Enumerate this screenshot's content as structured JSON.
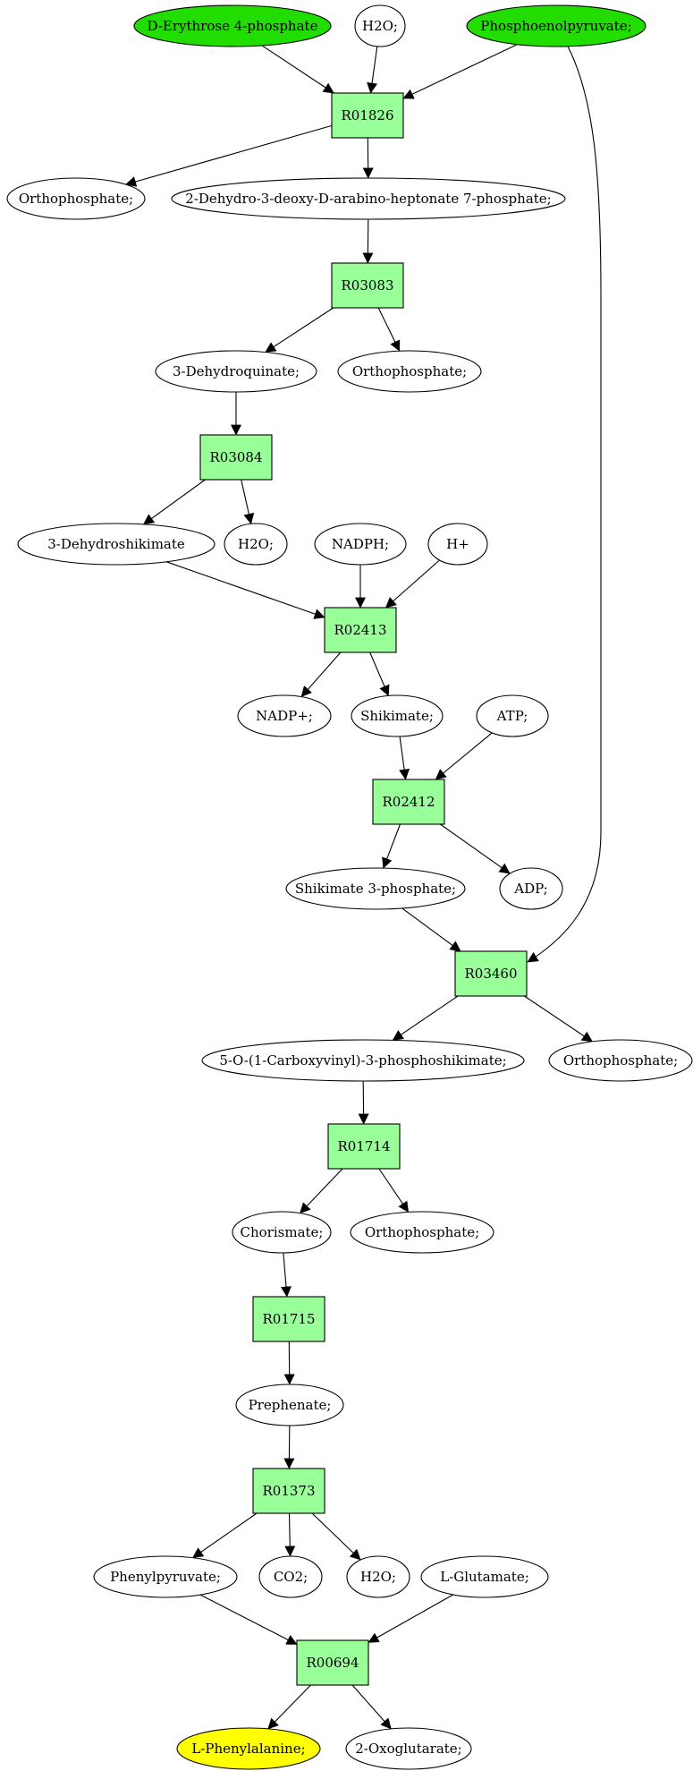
{
  "colors": {
    "start": "#22dd00",
    "end": "#ffff00",
    "reaction": "#99ff99",
    "metabolite": "#ffffff",
    "stroke": "#000000"
  },
  "nodes": [
    {
      "id": "erythrose4p",
      "kind": "start",
      "label": "D-Erythrose 4-phosphate"
    },
    {
      "id": "h2o_1",
      "kind": "metabolite",
      "label": "H2O;"
    },
    {
      "id": "pep",
      "kind": "start",
      "label": "Phosphoenolpyruvate;"
    },
    {
      "id": "R01826",
      "kind": "reaction",
      "label": "R01826"
    },
    {
      "id": "ortho_1",
      "kind": "metabolite",
      "label": "Orthophosphate;"
    },
    {
      "id": "dahp",
      "kind": "metabolite",
      "label": "2-Dehydro-3-deoxy-D-arabino-heptonate 7-phosphate;"
    },
    {
      "id": "R03083",
      "kind": "reaction",
      "label": "R03083"
    },
    {
      "id": "dhq",
      "kind": "metabolite",
      "label": "3-Dehydroquinate;"
    },
    {
      "id": "ortho_2",
      "kind": "metabolite",
      "label": "Orthophosphate;"
    },
    {
      "id": "R03084",
      "kind": "reaction",
      "label": "R03084"
    },
    {
      "id": "dhs",
      "kind": "metabolite",
      "label": "3-Dehydroshikimate"
    },
    {
      "id": "h2o_2",
      "kind": "metabolite",
      "label": "H2O;"
    },
    {
      "id": "nadph",
      "kind": "metabolite",
      "label": "NADPH;"
    },
    {
      "id": "hplus",
      "kind": "metabolite",
      "label": "H+"
    },
    {
      "id": "R02413",
      "kind": "reaction",
      "label": "R02413"
    },
    {
      "id": "nadp",
      "kind": "metabolite",
      "label": "NADP+;"
    },
    {
      "id": "shikimate",
      "kind": "metabolite",
      "label": "Shikimate;"
    },
    {
      "id": "atp",
      "kind": "metabolite",
      "label": "ATP;"
    },
    {
      "id": "R02412",
      "kind": "reaction",
      "label": "R02412"
    },
    {
      "id": "s3p",
      "kind": "metabolite",
      "label": "Shikimate 3-phosphate;"
    },
    {
      "id": "adp",
      "kind": "metabolite",
      "label": "ADP;"
    },
    {
      "id": "R03460",
      "kind": "reaction",
      "label": "R03460"
    },
    {
      "id": "epsp",
      "kind": "metabolite",
      "label": "5-O-(1-Carboxyvinyl)-3-phosphoshikimate;"
    },
    {
      "id": "ortho_3",
      "kind": "metabolite",
      "label": "Orthophosphate;"
    },
    {
      "id": "R01714",
      "kind": "reaction",
      "label": "R01714"
    },
    {
      "id": "chorismate",
      "kind": "metabolite",
      "label": "Chorismate;"
    },
    {
      "id": "ortho_4",
      "kind": "metabolite",
      "label": "Orthophosphate;"
    },
    {
      "id": "R01715",
      "kind": "reaction",
      "label": "R01715"
    },
    {
      "id": "prephenate",
      "kind": "metabolite",
      "label": "Prephenate;"
    },
    {
      "id": "R01373",
      "kind": "reaction",
      "label": "R01373"
    },
    {
      "id": "phenylpyruvate",
      "kind": "metabolite",
      "label": "Phenylpyruvate;"
    },
    {
      "id": "co2",
      "kind": "metabolite",
      "label": "CO2;"
    },
    {
      "id": "h2o_3",
      "kind": "metabolite",
      "label": "H2O;"
    },
    {
      "id": "glutamate",
      "kind": "metabolite",
      "label": "L-Glutamate;"
    },
    {
      "id": "R00694",
      "kind": "reaction",
      "label": "R00694"
    },
    {
      "id": "phe",
      "kind": "end",
      "label": "L-Phenylalanine;"
    },
    {
      "id": "oxoglutarate",
      "kind": "metabolite",
      "label": "2-Oxoglutarate;"
    }
  ],
  "edges": [
    {
      "from": "erythrose4p",
      "to": "R01826"
    },
    {
      "from": "h2o_1",
      "to": "R01826"
    },
    {
      "from": "pep",
      "to": "R01826"
    },
    {
      "from": "R01826",
      "to": "ortho_1"
    },
    {
      "from": "R01826",
      "to": "dahp"
    },
    {
      "from": "dahp",
      "to": "R03083"
    },
    {
      "from": "R03083",
      "to": "dhq"
    },
    {
      "from": "R03083",
      "to": "ortho_2"
    },
    {
      "from": "dhq",
      "to": "R03084"
    },
    {
      "from": "R03084",
      "to": "dhs"
    },
    {
      "from": "R03084",
      "to": "h2o_2"
    },
    {
      "from": "dhs",
      "to": "R02413"
    },
    {
      "from": "nadph",
      "to": "R02413"
    },
    {
      "from": "hplus",
      "to": "R02413"
    },
    {
      "from": "R02413",
      "to": "nadp"
    },
    {
      "from": "R02413",
      "to": "shikimate"
    },
    {
      "from": "shikimate",
      "to": "R02412"
    },
    {
      "from": "atp",
      "to": "R02412"
    },
    {
      "from": "R02412",
      "to": "s3p"
    },
    {
      "from": "R02412",
      "to": "adp"
    },
    {
      "from": "s3p",
      "to": "R03460"
    },
    {
      "from": "pep",
      "to": "R03460"
    },
    {
      "from": "R03460",
      "to": "epsp"
    },
    {
      "from": "R03460",
      "to": "ortho_3"
    },
    {
      "from": "epsp",
      "to": "R01714"
    },
    {
      "from": "R01714",
      "to": "chorismate"
    },
    {
      "from": "R01714",
      "to": "ortho_4"
    },
    {
      "from": "chorismate",
      "to": "R01715"
    },
    {
      "from": "R01715",
      "to": "prephenate"
    },
    {
      "from": "prephenate",
      "to": "R01373"
    },
    {
      "from": "R01373",
      "to": "phenylpyruvate"
    },
    {
      "from": "R01373",
      "to": "co2"
    },
    {
      "from": "R01373",
      "to": "h2o_3"
    },
    {
      "from": "phenylpyruvate",
      "to": "R00694"
    },
    {
      "from": "glutamate",
      "to": "R00694"
    },
    {
      "from": "R00694",
      "to": "phe"
    },
    {
      "from": "R00694",
      "to": "oxoglutarate"
    }
  ]
}
